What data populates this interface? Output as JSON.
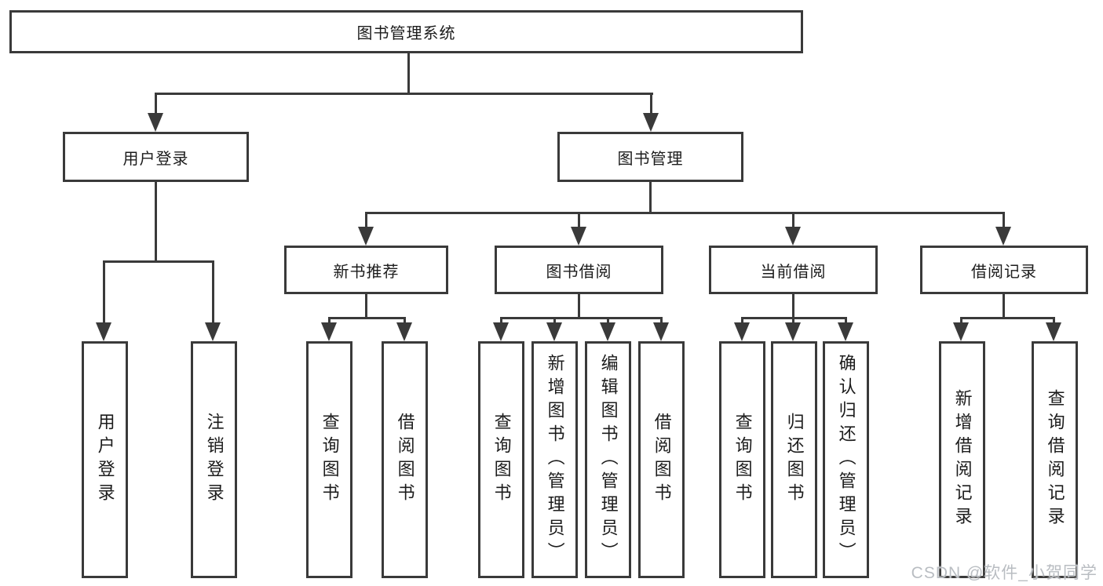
{
  "diagram": {
    "type": "hierarchy-tree",
    "title": "图书管理系统"
  },
  "tree": {
    "label": "图书管理系统",
    "children": [
      {
        "label": "用户登录",
        "children": [
          {
            "label": "用户登录"
          },
          {
            "label": "注销登录"
          }
        ]
      },
      {
        "label": "图书管理",
        "children": [
          {
            "label": "新书推荐",
            "children": [
              {
                "label": "查询图书"
              },
              {
                "label": "借阅图书"
              }
            ]
          },
          {
            "label": "图书借阅",
            "children": [
              {
                "label": "查询图书"
              },
              {
                "label": "新增图书（管理员）"
              },
              {
                "label": "编辑图书（管理员）"
              },
              {
                "label": "借阅图书"
              }
            ]
          },
          {
            "label": "当前借阅",
            "children": [
              {
                "label": "查询图书"
              },
              {
                "label": "归还图书"
              },
              {
                "label": "确认归还（管理员）"
              }
            ]
          },
          {
            "label": "借阅记录",
            "children": [
              {
                "label": "新增借阅记录"
              },
              {
                "label": "查询借阅记录"
              }
            ]
          }
        ]
      }
    ]
  },
  "watermark": {
    "text": "CSDN @软件_小贺同学"
  },
  "colors": {
    "line": "#3a3a3a",
    "text": "#1c1c1c",
    "background": "#ffffff",
    "watermark": "#b9bdc2"
  }
}
